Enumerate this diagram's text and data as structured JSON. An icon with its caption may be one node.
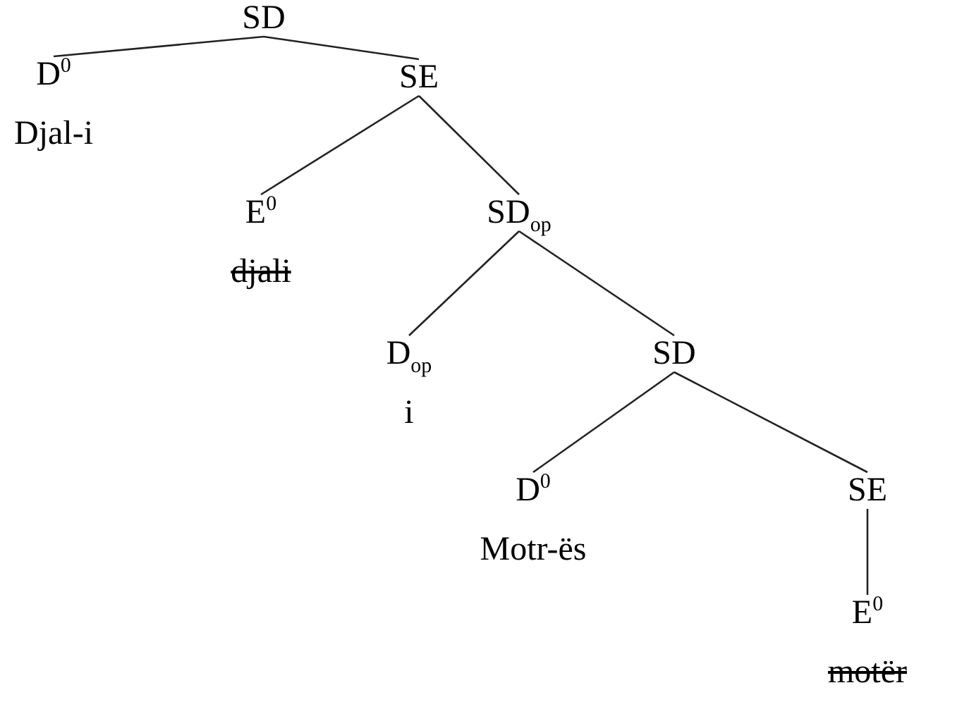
{
  "diagram": {
    "nodes": [
      {
        "text": [
          "SD"
        ]
      },
      {
        "text": [
          "D$^{0}$",
          "Djal-i"
        ]
      },
      {
        "text": [
          "SE"
        ]
      },
      {
        "text": [
          "E$^{0}$"
        ],
        "beside": [
          "djali"
        ]
      },
      {
        "text": [
          "SD$_{op}$"
        ]
      },
      {
        "text": [
          "D$_{op}$",
          "i"
        ]
      },
      {
        "text": [
          "SD"
        ]
      },
      {
        "text": [
          "D$^{0}$",
          "Motr-ës"
        ]
      },
      {
        "text": [
          "SE"
        ]
      },
      {
        "text": [
          "E$^{0}$"
        ],
        "beside": [
          "motër"
        ]
      }
    ],
    "edges": [
      {
        "from": 0,
        "to": 1,
        "arrow": "none"
      },
      {
        "from": 0,
        "to": 2,
        "arrow": "none"
      },
      {
        "from": 2,
        "to": 3,
        "arrow": "none"
      },
      {
        "from": 2,
        "to": 4,
        "arrow": "none"
      },
      {
        "from": 4,
        "to": 5,
        "arrow": "none"
      },
      {
        "from": 4,
        "to": 6,
        "arrow": "none"
      },
      {
        "from": 6,
        "to": 7,
        "arrow": "none"
      },
      {
        "from": 6,
        "to": 8,
        "arrow": "none"
      },
      {
        "from": 8,
        "to": 9,
        "arrow": "none"
      }
    ]
  }
}
